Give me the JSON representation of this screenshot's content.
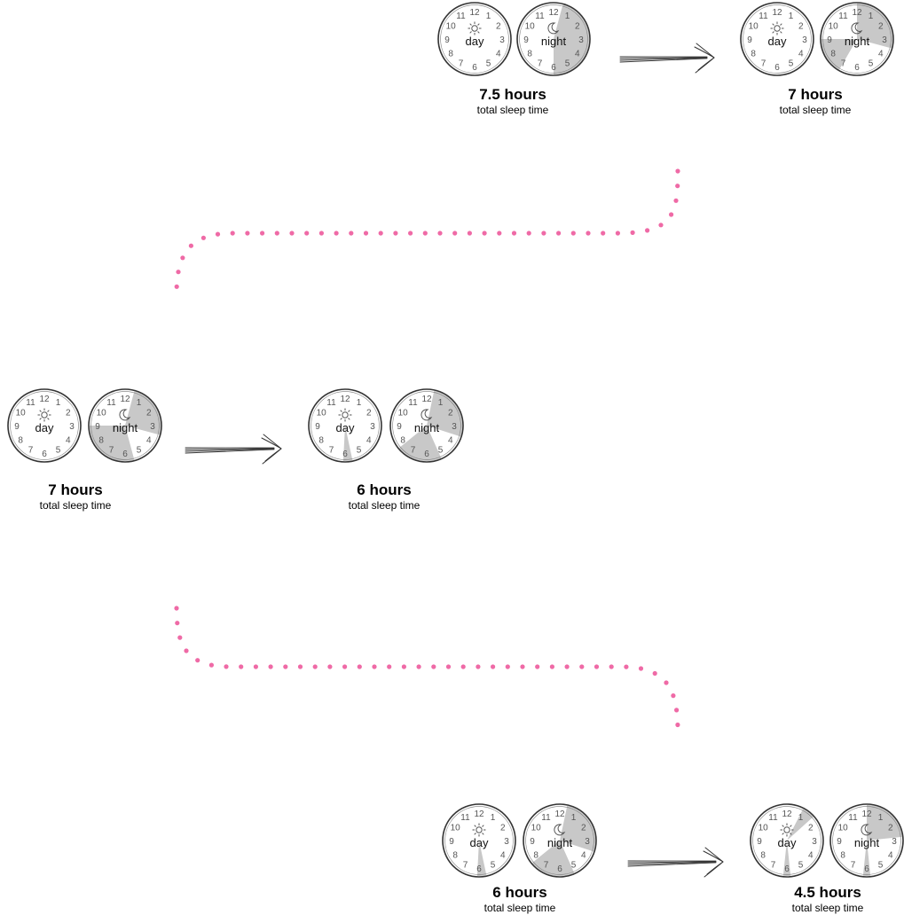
{
  "clock_labels": {
    "day": "day",
    "night": "night"
  },
  "numerals": [
    "12",
    "1",
    "2",
    "3",
    "4",
    "5",
    "6",
    "7",
    "8",
    "9",
    "10",
    "11"
  ],
  "colors": {
    "shade": "#c8c8c8",
    "rim": "#333333",
    "dots": "#ef6aa6",
    "arrow": "#333333",
    "numeral": "#555555"
  },
  "icons": {
    "day": "sun-icon",
    "night": "moon-icon"
  },
  "stages": [
    {
      "hours_label": "7.5 hours",
      "sub_label": "total sleep time",
      "day_sleep": [],
      "night_sleep": [
        [
          0.5,
          6
        ]
      ]
    },
    {
      "hours_label": "7 hours",
      "sub_label": "total sleep time",
      "day_sleep": [],
      "night_sleep": [
        [
          0,
          3.5
        ],
        [
          7,
          9
        ]
      ]
    },
    {
      "hours_label": "7 hours",
      "sub_label": "total sleep time",
      "day_sleep": [],
      "night_sleep": [
        [
          0.5,
          3.5
        ],
        [
          5.5,
          9
        ]
      ]
    },
    {
      "hours_label": "6 hours",
      "sub_label": "total sleep time",
      "day_sleep": [
        [
          5.6,
          6.1
        ]
      ],
      "night_sleep": [
        [
          0.4,
          3.6
        ],
        [
          5.2,
          7.7
        ]
      ]
    },
    {
      "hours_label": "6 hours",
      "sub_label": "total sleep time",
      "day_sleep": [
        [
          5.6,
          6.1
        ]
      ],
      "night_sleep": [
        [
          0.4,
          3.6
        ],
        [
          5.2,
          7.7
        ]
      ]
    },
    {
      "hours_label": "4.5 hours",
      "sub_label": "total sleep time",
      "day_sleep": [
        [
          0.9,
          1.6
        ],
        [
          5.8,
          6.2
        ]
      ],
      "night_sleep": [
        [
          0,
          2.8
        ],
        [
          5.8,
          6.2
        ]
      ]
    }
  ]
}
